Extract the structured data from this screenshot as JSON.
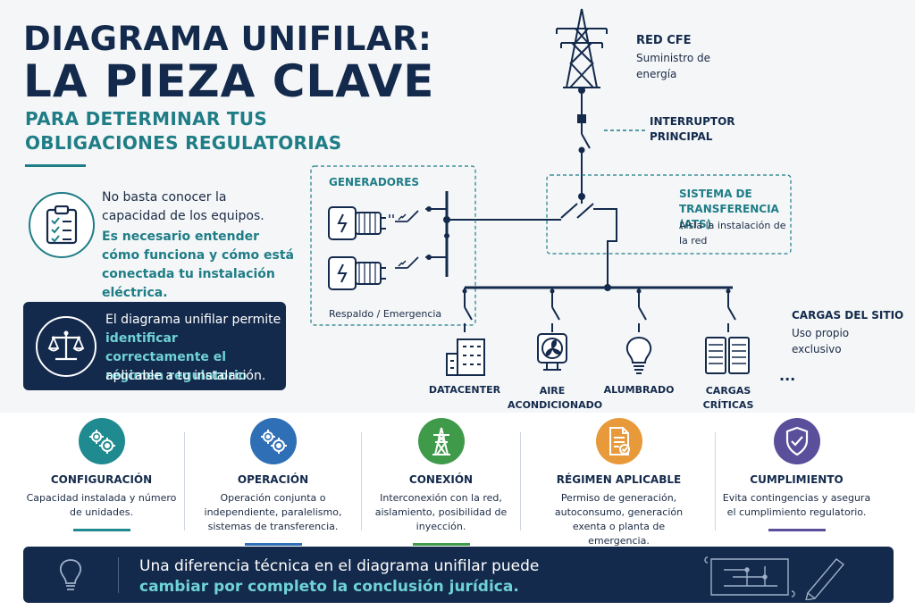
{
  "header": {
    "title_line1": "DIAGRAMA UNIFILAR:",
    "title_line2": "LA PIEZA CLAVE",
    "subtitle": "PARA DETERMINAR TUS OBLIGACIONES REGULATORIAS"
  },
  "intro": {
    "text1": "No basta conocer la capacidad de los equipos.",
    "text2": "Es necesario entender cómo funciona y cómo está conectada tu instalación eléctrica."
  },
  "callout": {
    "line1": "El diagrama unifilar permite",
    "highlight": "identificar correctamente el régimen regulatorio",
    "line2": "aplicable a tu instalación."
  },
  "diagram": {
    "grid_title": "RED CFE",
    "grid_desc": "Suministro de energía",
    "breaker_title": "INTERRUPTOR PRINCIPAL",
    "generators_title": "GENERADORES",
    "generators_desc": "Respaldo / Emergencia",
    "ats_title": "SISTEMA DE TRANSFERENCIA (ATS)",
    "ats_desc": "Aísla la instalación de la red",
    "loads_title": "CARGAS DEL SITIO",
    "loads_desc": "Uso propio exclusivo",
    "loads": [
      {
        "label": "DATACENTER",
        "icon": "building-icon"
      },
      {
        "label": "AIRE ACONDICIONADO",
        "icon": "fan-icon"
      },
      {
        "label": "ALUMBRADO",
        "icon": "lightbulb-icon"
      },
      {
        "label": "CARGAS CRÍTICAS",
        "icon": "server-rack-icon"
      }
    ],
    "more": "..."
  },
  "features": [
    {
      "title": "CONFIGURACIÓN",
      "desc": "Capacidad instalada y número de unidades.",
      "color": "#1f8a8f",
      "icon": "gears-icon"
    },
    {
      "title": "OPERACIÓN",
      "desc": "Operación conjunta o independiente, paralelismo, sistemas de transferencia.",
      "color": "#2f6fb6",
      "icon": "gears-icon"
    },
    {
      "title": "CONEXIÓN",
      "desc": "Interconexión con la red, aislamiento, posibilidad de inyección.",
      "color": "#3f9a4a",
      "icon": "tower-icon"
    },
    {
      "title": "RÉGIMEN APLICABLE",
      "desc": "Permiso de generación, autoconsumo, generación exenta o planta de emergencia.",
      "color": "#e89a3a",
      "icon": "document-check-icon"
    },
    {
      "title": "CUMPLIMIENTO",
      "desc": "Evita contingencias y asegura el cumplimiento regulatorio.",
      "color": "#5a4f9a",
      "icon": "shield-check-icon"
    }
  ],
  "banner": {
    "line1": "Una diferencia técnica en el diagrama unifilar puede",
    "line2": "cambiar por completo la conclusión jurídica."
  }
}
